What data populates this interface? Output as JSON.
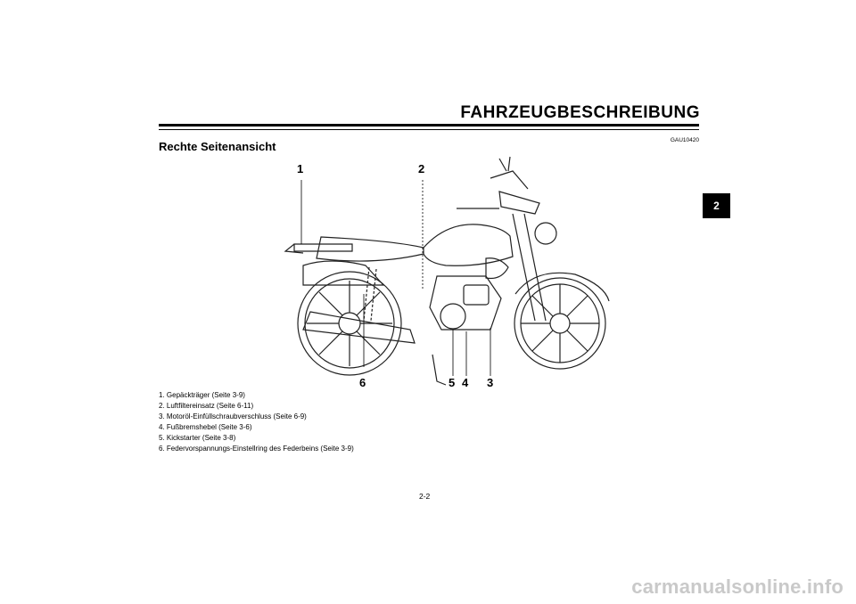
{
  "header": {
    "title": "FAHRZEUGBESCHREIBUNG"
  },
  "doc_code": "GAU10420",
  "section_title": "Rechte Seitenansicht",
  "chapter_tab": "2",
  "callouts": [
    "1",
    "2",
    "6",
    "5",
    "4",
    "3"
  ],
  "legend": [
    "1. Gepäckträger (Seite 3-9)",
    "2. Luftfiltereinsatz (Seite 6-11)",
    "3. Motoröl-Einfüllschraubverschluss (Seite 6-9)",
    "4. Fußbremshebel (Seite 3-6)",
    "5. Kickstarter (Seite 3-8)",
    "6. Federvorspannungs-Einstellring des Federbeins (Seite 3-9)"
  ],
  "page_number": "2-2",
  "watermark": "carmanualsonline.info"
}
